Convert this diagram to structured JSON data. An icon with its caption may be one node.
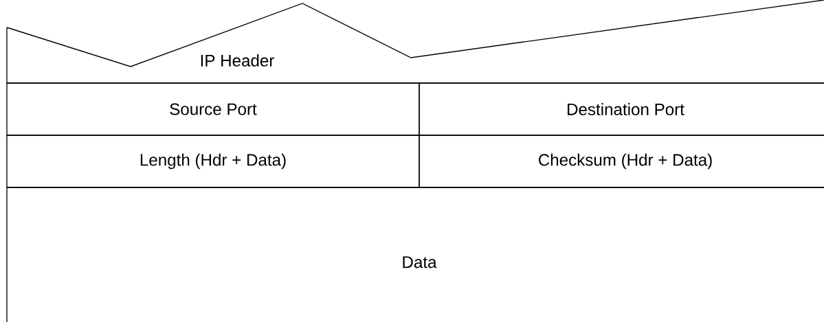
{
  "diagram": {
    "nodes": [
      {
        "text": [
          "IP  Header"
        ]
      },
      {
        "text": [
          "Source Port"
        ]
      },
      {
        "text": [
          "Destination Port"
        ]
      },
      {
        "text": [
          "Length (Hdr + Data)"
        ]
      },
      {
        "text": [
          "Checksum (Hdr + Data)"
        ]
      },
      {
        "text": [
          "Data"
        ]
      }
    ]
  }
}
